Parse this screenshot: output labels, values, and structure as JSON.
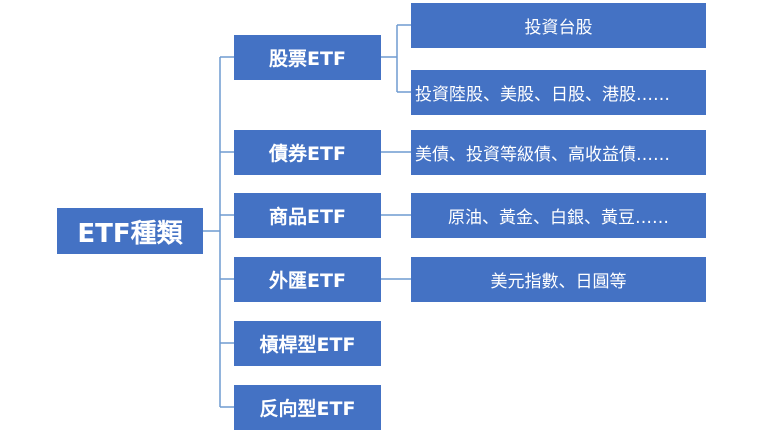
{
  "colors": {
    "box": "#4472c4",
    "line": "#6f9bd1",
    "text": "#ffffff"
  },
  "root": {
    "label": "ETF種類"
  },
  "categories": [
    {
      "label": "股票ETF"
    },
    {
      "label": "債券ETF"
    },
    {
      "label": "商品ETF"
    },
    {
      "label": "外匯ETF"
    },
    {
      "label": "槓桿型ETF"
    },
    {
      "label": "反向型ETF"
    }
  ],
  "details": [
    {
      "label": "投資台股"
    },
    {
      "label": "投資陸股、美股、日股、港股……"
    },
    {
      "label": "美債、投資等級債、高收益債……"
    },
    {
      "label": "原油、黃金、白銀、黃豆……"
    },
    {
      "label": "美元指數、日圓等"
    }
  ]
}
